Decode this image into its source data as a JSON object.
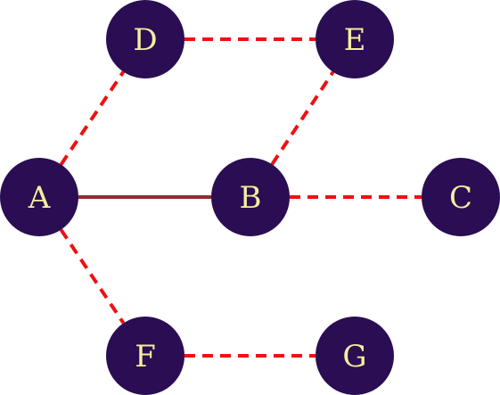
{
  "colors": {
    "node_fill": "#2a0d52",
    "label": "#f5eda0",
    "dashed_edge": "#ee1111",
    "solid_edge": "#8b2e2e",
    "background": "#ffffff"
  },
  "nodes": [
    {
      "id": "A",
      "label": "A"
    },
    {
      "id": "B",
      "label": "B"
    },
    {
      "id": "C",
      "label": "C"
    },
    {
      "id": "D",
      "label": "D"
    },
    {
      "id": "E",
      "label": "E"
    },
    {
      "id": "F",
      "label": "F"
    },
    {
      "id": "G",
      "label": "G"
    }
  ],
  "edges": [
    {
      "from": "A",
      "to": "B",
      "style": "solid"
    },
    {
      "from": "A",
      "to": "D",
      "style": "dashed"
    },
    {
      "from": "A",
      "to": "F",
      "style": "dashed"
    },
    {
      "from": "D",
      "to": "E",
      "style": "dashed"
    },
    {
      "from": "B",
      "to": "E",
      "style": "dashed"
    },
    {
      "from": "B",
      "to": "C",
      "style": "dashed"
    },
    {
      "from": "F",
      "to": "G",
      "style": "dashed"
    }
  ]
}
